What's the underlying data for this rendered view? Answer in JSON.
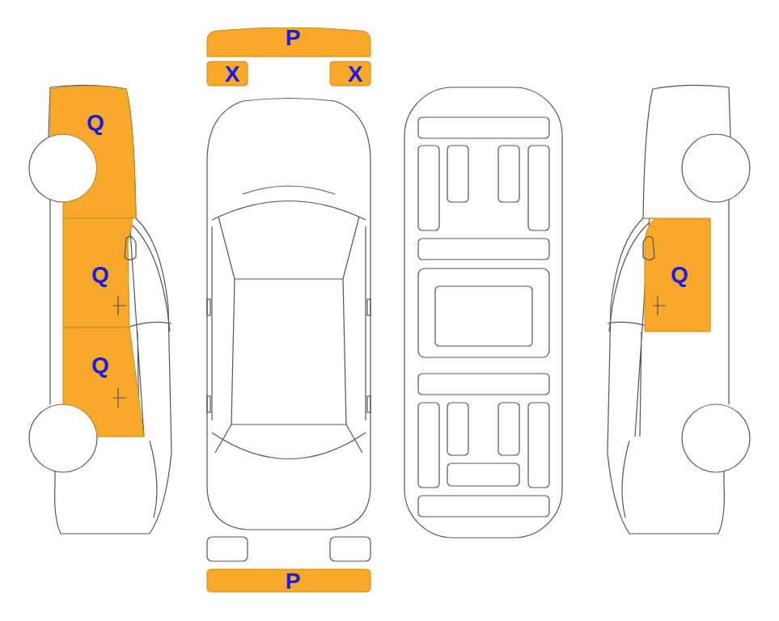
{
  "diagram": {
    "nodes": [
      {
        "text": [
          "P"
        ]
      },
      {
        "text": [
          "X"
        ]
      },
      {
        "text": [
          "X"
        ]
      },
      {
        "text": [
          "Q"
        ]
      },
      {
        "text": [
          "Q"
        ]
      },
      {
        "text": [
          "Q"
        ]
      },
      {
        "text": [
          "Q"
        ]
      },
      {
        "text": [
          "P"
        ]
      }
    ]
  }
}
